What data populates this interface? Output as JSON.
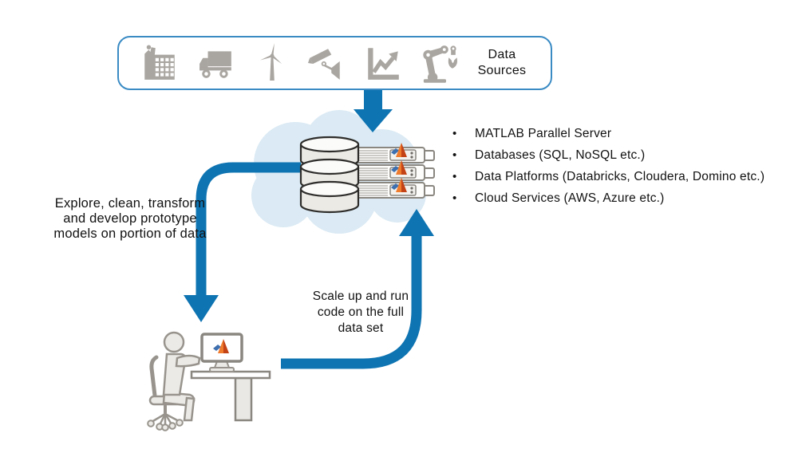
{
  "diagram": {
    "data_sources": {
      "label_lines": [
        "Data",
        "Sources"
      ],
      "icons": [
        "factory",
        "delivery-truck",
        "wind-turbine",
        "security-camera",
        "line-chart",
        "robot-arm"
      ]
    },
    "capabilities": {
      "bullet_char": "•",
      "items": [
        "MATLAB Parallel Server",
        "Databases (SQL, NoSQL etc.)",
        "Data Platforms (Databricks, Cloudera, Domino etc.)",
        "Cloud Services (AWS, Azure etc.)"
      ]
    },
    "explore_note": {
      "lines": [
        "Explore, clean, transform",
        "and develop prototype",
        "models on portion of data"
      ]
    },
    "scale_note": {
      "lines": [
        "Scale up and run",
        "code on the full",
        "data set"
      ]
    },
    "colors": {
      "arrow_blue": "#0e74b2",
      "box_border_blue": "#3a8bc4",
      "icon_gray": "#a9a5a0",
      "cloud_blue": "#dbeaf4",
      "matlab_orange": "#ef7b2d",
      "matlab_dark_orange": "#c44316",
      "matlab_blue": "#3e6fae"
    }
  }
}
